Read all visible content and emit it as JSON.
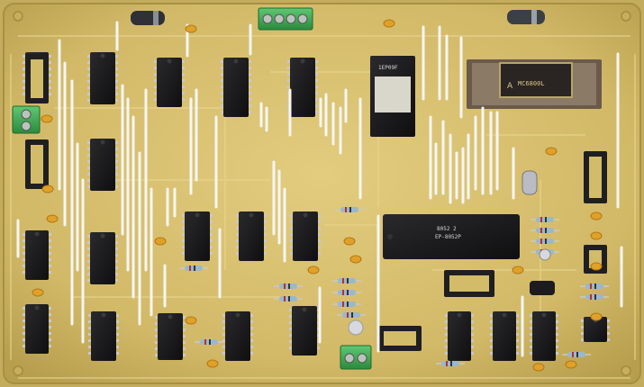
{
  "board": {
    "colors": {
      "pcb": "#d8c274",
      "pcb_edge": "#b9a152",
      "trace_glow": "#e6d38b",
      "ic_body": "#1b1b1d",
      "wire": "#f4f4f1",
      "terminal_block": "#3aaa4f",
      "ceramic_cap": "#e2a024",
      "resistor": "#8fb2c8"
    }
  },
  "chips": {
    "ic_top_center_label": "1EP09F",
    "eprom_label": "MC6800L",
    "eprom_brand": "A",
    "big_cpu_line1": "8052 2",
    "big_cpu_line2": "EP-8052P"
  },
  "icons": {
    "pcb": "circuit-board-photo"
  }
}
